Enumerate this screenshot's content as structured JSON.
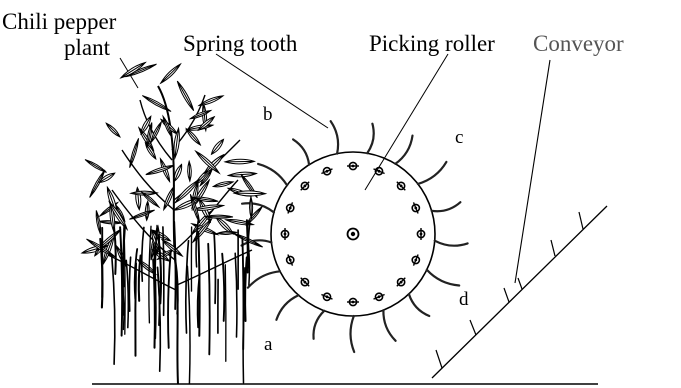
{
  "labels": {
    "chili_line1": "Chili pepper",
    "chili_line2": "plant",
    "spring_tooth": "Spring tooth",
    "picking_roller": "Picking roller",
    "conveyor": "Conveyor",
    "a": "a",
    "b": "b",
    "c": "c",
    "d": "d"
  },
  "colors": {
    "ink": "#000000",
    "conveyor_text": "#555555",
    "background": "#ffffff"
  }
}
